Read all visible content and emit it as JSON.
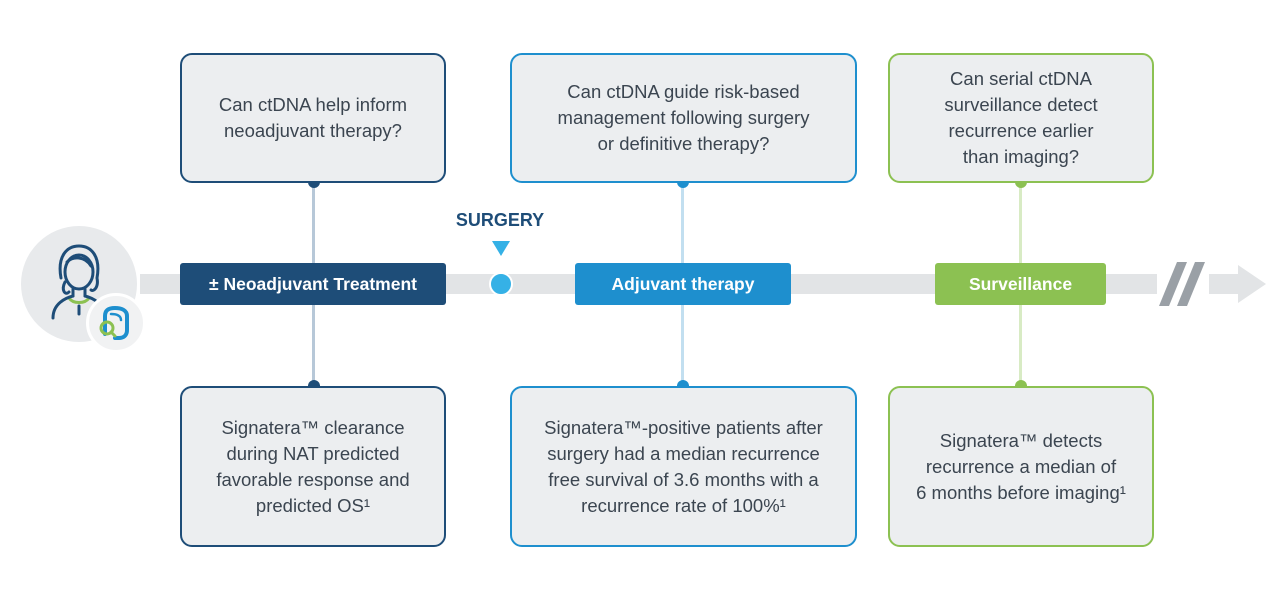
{
  "timeline": {
    "phases": [
      {
        "label": "± Neoadjuvant Treatment",
        "color": "#1e4d78"
      },
      {
        "label": "Adjuvant therapy",
        "color": "#1e8fce"
      },
      {
        "label": "Surveillance",
        "color": "#8cc152"
      }
    ],
    "surgery_label": "SURGERY"
  },
  "questions": [
    {
      "text": "Can ctDNA help inform\nneoadjuvant therapy?"
    },
    {
      "text": "Can ctDNA guide risk-based\nmanagement following surgery\nor definitive therapy?"
    },
    {
      "text": "Can serial ctDNA\nsurveillance detect\nrecurrence earlier\nthan imaging?"
    }
  ],
  "findings": [
    {
      "text": "Signatera™ clearance\nduring NAT predicted\nfavorable response and\npredicted OS¹"
    },
    {
      "text": "Signatera™-positive patients after\nsurgery had a median recurrence\nfree survival of 3.6 months with a\nrecurrence rate of 100%¹"
    },
    {
      "text": "Signatera™ detects\nrecurrence a median of\n6 months before imaging¹"
    }
  ],
  "colors": {
    "navy": "#1e4d78",
    "blue": "#1e8fce",
    "green": "#8cc152",
    "surgery": "#35b1e6",
    "timeline": "#e2e4e6"
  },
  "icons": [
    "patient-icon",
    "colon-icon",
    "timeline-arrow-icon",
    "timeline-break-icon"
  ]
}
